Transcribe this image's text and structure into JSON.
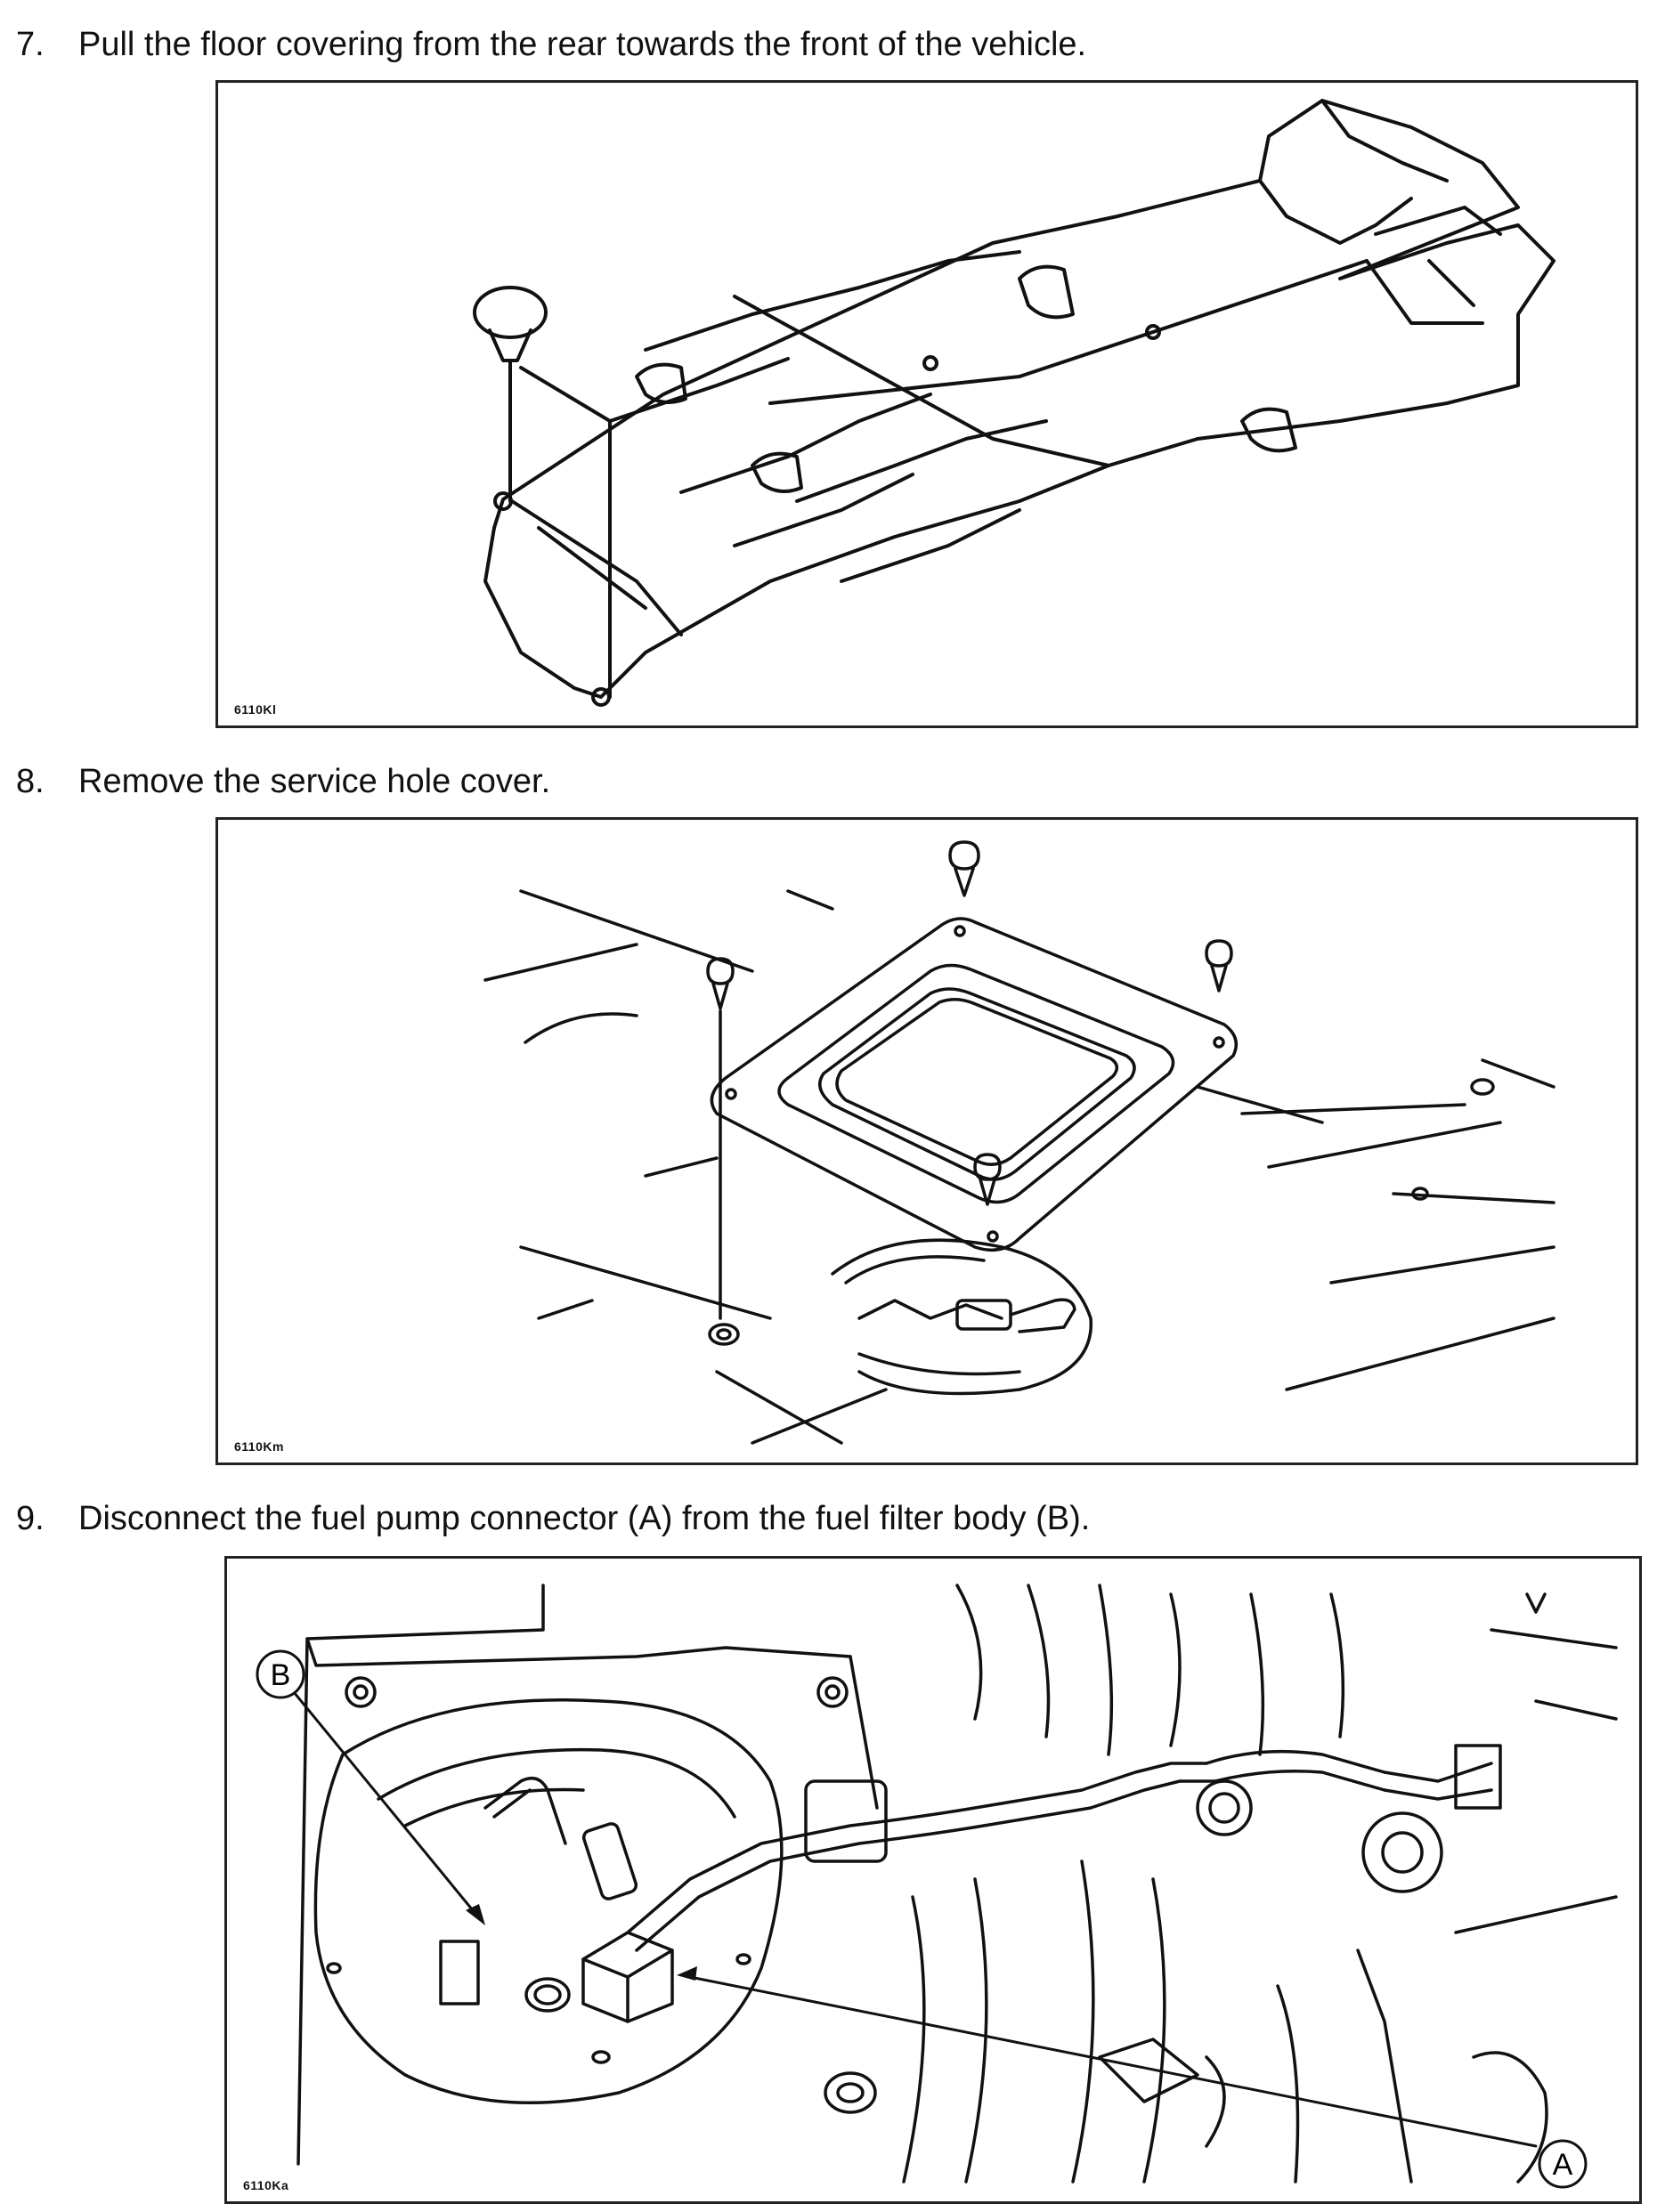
{
  "steps": [
    {
      "number": "7.",
      "text": "Pull the floor covering from the rear towards the front of the vehicle.",
      "figure_code": "6110Kl"
    },
    {
      "number": "8.",
      "text": "Remove the service hole cover.",
      "figure_code": "6110Km"
    },
    {
      "number": "9.",
      "text": "Disconnect the fuel pump connector (A) from the fuel filter body (B).",
      "figure_code": "6110Ka",
      "callouts": {
        "a": "A",
        "b": "B"
      }
    }
  ]
}
